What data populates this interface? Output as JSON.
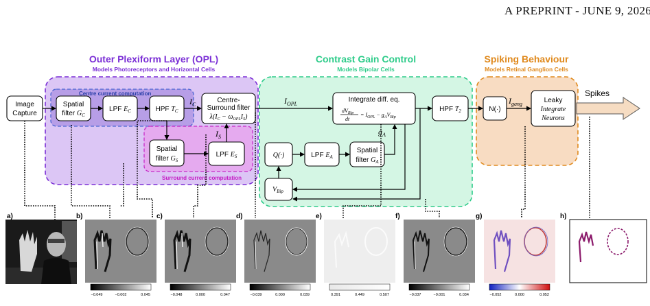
{
  "header": "A PREPRINT - JUNE 9, 2026",
  "sections": {
    "opl": {
      "title": "Outer Plexiform Layer (OPL)",
      "subtitle": "Models Photoreceptors and Horizontal Cells",
      "color": "#7b2fd6"
    },
    "cgc": {
      "title": "Contrast Gain Control",
      "subtitle": "Models Bipolar Cells",
      "color": "#2ecc8a"
    },
    "spk": {
      "title": "Spiking Behaviour",
      "subtitle": "Models Retinal Ganglion Cells",
      "color": "#e08a1e"
    }
  },
  "regions": {
    "centre": "Centre current computation",
    "surround": "Surround current computation"
  },
  "blocks": {
    "image_capture": [
      "Image",
      "Capture"
    ],
    "spatial_gc": [
      "Spatial",
      "filter G_C"
    ],
    "lpf_ec": "LPF E_C",
    "hpf_tc": "HPF T_C",
    "centre_surround": [
      "Centre-",
      "Surround filter",
      "λ(I_C − ω_OPL I_S)"
    ],
    "spatial_gs": [
      "Spatial",
      "filter G_S"
    ],
    "lpf_es": "LPF E_S",
    "integrate": [
      "Integrate diff. eq.",
      "dV_Bip/dt = I_OPL − g_A V_Bip"
    ],
    "q": "Q(·)",
    "lpf_ea": "LPF E_A",
    "spatial_ga": [
      "Spatial",
      "filter G_A"
    ],
    "vbip": "V_Bip",
    "hpf_t2": "HPF T_2",
    "n": "N(·)",
    "leaky": [
      "Leaky",
      "Integrate",
      "Neurons"
    ]
  },
  "signals": {
    "ic": "I_C",
    "is": "I_S",
    "iopl": "I_OPL",
    "ga": "g_A",
    "igang": "I_gang",
    "spikes": "Spikes"
  },
  "panels": [
    {
      "label": "a)",
      "colorbar": null
    },
    {
      "label": "b)",
      "colorbar": [
        "−0.049",
        "−0.002",
        "0.045"
      ]
    },
    {
      "label": "c)",
      "colorbar": [
        "−0.048",
        "0.000",
        "0.047"
      ]
    },
    {
      "label": "d)",
      "colorbar": [
        "−0.039",
        "0.000",
        "0.039"
      ]
    },
    {
      "label": "e)",
      "colorbar": [
        "0.391",
        "0.449",
        "0.507"
      ]
    },
    {
      "label": "f)",
      "colorbar": [
        "−0.037",
        "−0.001",
        "0.034"
      ]
    },
    {
      "label": "g)",
      "colorbar": [
        "−0.052",
        "0.000",
        "0.052"
      ]
    },
    {
      "label": "h)",
      "colorbar": null
    }
  ]
}
